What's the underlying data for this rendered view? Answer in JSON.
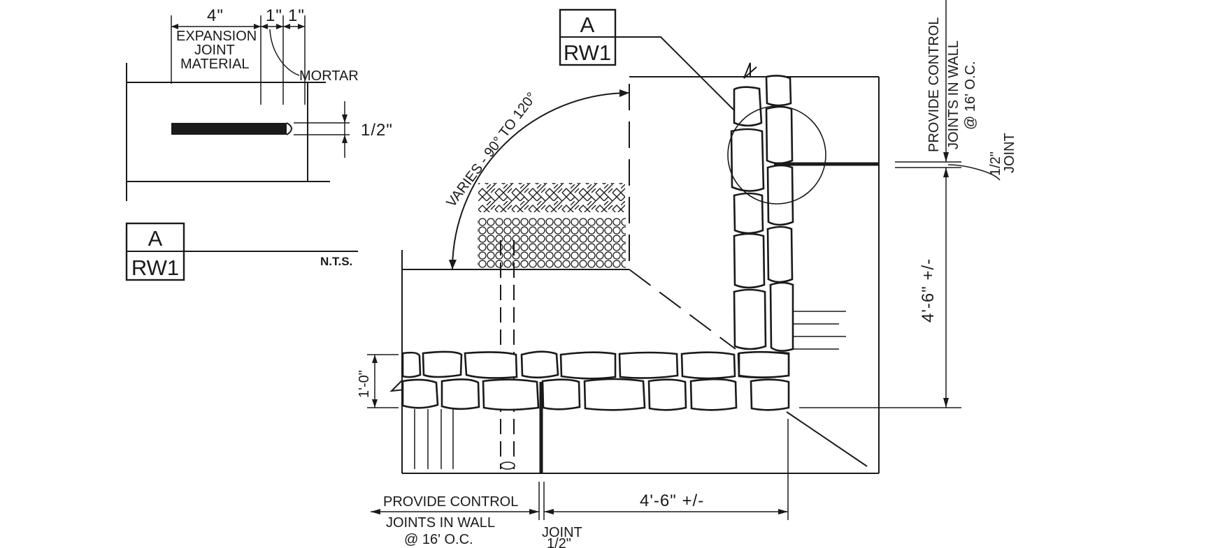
{
  "detail": {
    "dim_4in": "4\"",
    "dim_1in_a": "1\"",
    "dim_1in_b": "1\"",
    "expansion_line1": "EXPANSION",
    "expansion_line2": "JOINT",
    "expansion_line3": "MATERIAL",
    "mortar": "MORTAR",
    "half_inch": "1/2\"",
    "scale_note": "N.T.S."
  },
  "section_tag_top": {
    "letter": "A",
    "sheet": "RW1"
  },
  "section_tag_left": {
    "letter": "A",
    "sheet": "RW1"
  },
  "plan": {
    "angle_label": "VARIES - 90° TO 120°",
    "height_dim": "1'-0\"",
    "bottom_note_line1": "PROVIDE CONTROL",
    "bottom_note_line2": "JOINTS IN WALL",
    "bottom_note_line3": "@ 16' O.C.",
    "bottom_joint_label": "JOINT",
    "bottom_joint_size": "1/2\"",
    "bottom_length_dim": "4'-6\" +/-",
    "right_note_line1": "PROVIDE CONTROL",
    "right_note_line2": "JOINTS IN WALL",
    "right_note_line3": "@ 16' O.C.",
    "right_joint_size": "1/2\"",
    "right_joint_label": "JOINT",
    "right_length_dim": "4'-6\" +/-"
  },
  "colors": {
    "ink": "#1a1a1a",
    "paper": "#ffffff"
  }
}
